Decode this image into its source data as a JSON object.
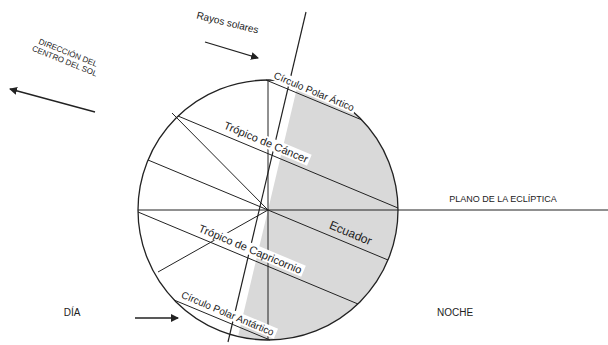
{
  "diagram": {
    "labels": [
      "Rayos solares",
      "DIRECCIÓN DEL CENTRO DEL SOL",
      "Círculo Polar Ártico",
      "Trópico de Cáncer",
      "PLANO DE LA ECLÍPTICA",
      "Ecuador",
      "Trópico de Capricornio",
      "Círculo Polar Antártico",
      "DÍA",
      "NOCHE"
    ]
  }
}
